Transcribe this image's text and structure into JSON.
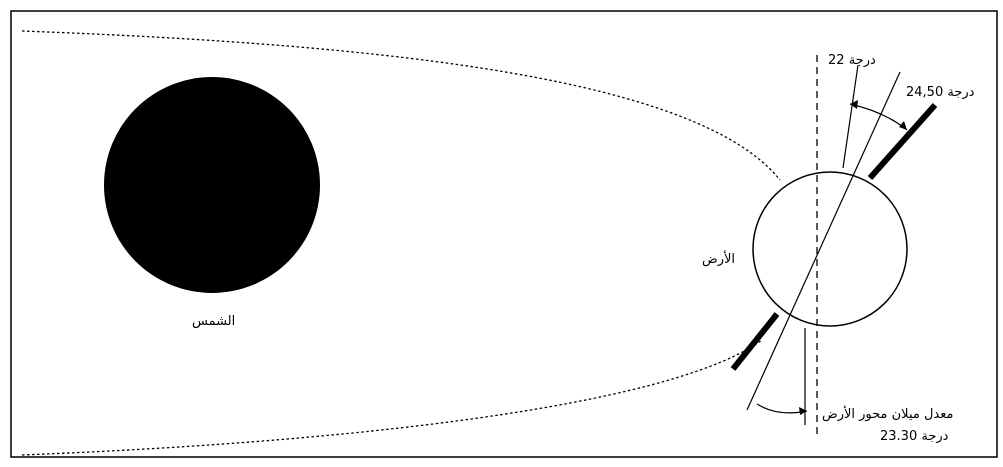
{
  "labels": {
    "sun": "الشمس",
    "earth": "الأرض",
    "angle_min": "22 درجة",
    "angle_max": "24,50 درجة",
    "mean_tilt_line1": "معدل ميلان محور الأرض",
    "mean_tilt_line2": "23.30 درجة"
  },
  "colors": {
    "frame": "#000000",
    "sun_fill": "#000000",
    "line": "#000000",
    "background": "#ffffff"
  }
}
